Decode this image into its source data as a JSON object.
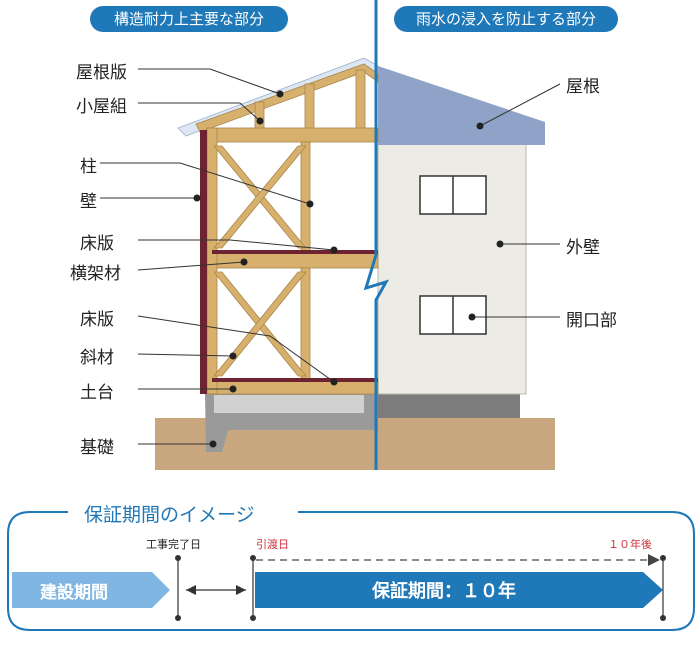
{
  "headers": {
    "structure": "構造耐力上主要な部分",
    "waterproof": "雨水の浸入を防止する部分"
  },
  "structure_labels": [
    "屋根版",
    "小屋組",
    "柱",
    "壁",
    "床版",
    "横架材",
    "床版",
    "斜材",
    "土台",
    "基礎"
  ],
  "waterproof_labels": [
    "屋根",
    "外壁",
    "開口部"
  ],
  "warranty": {
    "title": "保証期間のイメージ",
    "completion_label": "工事完了日",
    "handover_label": "引渡日",
    "end_label": "１０年後",
    "construction_label": "建設期間",
    "warranty_label": "保証期間：１０年"
  },
  "colors": {
    "accent": "#1f78b8",
    "timber": "#d6b06c",
    "roof": "#8fa3c8",
    "wall": "#ecebe4",
    "ground": "#c9a77e",
    "red_text": "#d0303a"
  }
}
